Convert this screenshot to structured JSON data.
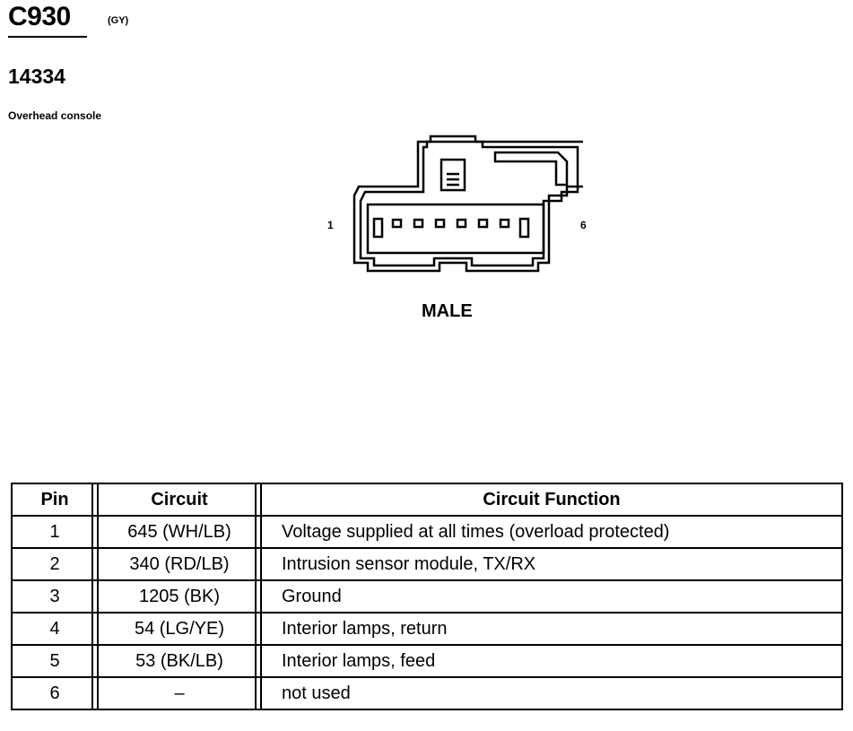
{
  "header": {
    "connector_id": "C930",
    "color_code": "(GY)",
    "part_number": "14334",
    "location": "Overhead console"
  },
  "diagram": {
    "pin_first": "1",
    "pin_last": "6",
    "gender": "MALE"
  },
  "table": {
    "headers": [
      "Pin",
      "Circuit",
      "Circuit Function"
    ],
    "rows": [
      {
        "pin": "1",
        "circuit": "645 (WH/LB)",
        "function": "Voltage supplied at all times (overload protected)"
      },
      {
        "pin": "2",
        "circuit": "340 (RD/LB)",
        "function": "Intrusion sensor module, TX/RX"
      },
      {
        "pin": "3",
        "circuit": "1205 (BK)",
        "function": "Ground"
      },
      {
        "pin": "4",
        "circuit": "54 (LG/YE)",
        "function": "Interior lamps, return"
      },
      {
        "pin": "5",
        "circuit": "53 (BK/LB)",
        "function": "Interior lamps, feed"
      },
      {
        "pin": "6",
        "circuit": "–",
        "function": "not used"
      }
    ]
  }
}
